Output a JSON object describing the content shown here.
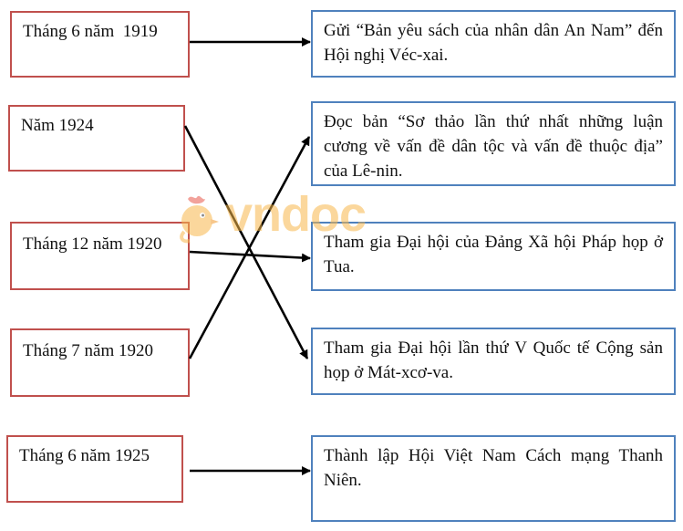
{
  "events": [
    {
      "date": "Tháng 6 năm  1919",
      "text": "Gửi “Bản yêu sách của nhân dân An Nam” đến Hội nghị Véc-xai."
    },
    {
      "date": "Năm 1924",
      "text": "Đọc bản “Sơ thảo lần thứ nhất những luận cương về vấn đề dân tộc và vấn đề thuộc địa” của Lê-nin."
    },
    {
      "date": "Tháng 12 năm 1920",
      "text": "Tham gia Đại hội của Đảng Xã hội Pháp họp ở Tua."
    },
    {
      "date": "Tháng 7 năm 1920",
      "text": "Tham gia Đại hội lần thứ V Quốc tế Cộng sản họp ở Mát-xcơ-va."
    },
    {
      "date": "Tháng 6 năm 1925",
      "text": "Thành lập Hội Việt Nam Cách mạng Thanh Niên."
    }
  ],
  "connections": [
    {
      "from": "Tháng 6 năm  1919",
      "to": "Gửi “Bản yêu sách của nhân dân An Nam” đến Hội nghị Véc-xai."
    },
    {
      "from": "Năm 1924",
      "to": "Tham gia Đại hội lần thứ V Quốc tế Cộng sản họp ở Mát-xcơ-va."
    },
    {
      "from": "Tháng 12 năm 1920",
      "to": "Tham gia Đại hội của Đảng Xã hội Pháp họp ở Tua."
    },
    {
      "from": "Tháng 7 năm 1920",
      "to": "Đọc bản “Sơ thảo lần thứ nhất những luận cương về vấn đề dân tộc và vấn đề thuộc địa” của Lê-nin."
    },
    {
      "from": "Tháng 6 năm 1925",
      "to": "Thành lập Hội Việt Nam Cách mạng Thanh Niên."
    }
  ],
  "colors": {
    "left_border": "#c0504d",
    "right_border": "#4f81bd",
    "arrow": "#000000",
    "watermark": "#f8b84c"
  },
  "watermark": {
    "text": "vndoc",
    "icon": "rooster-mascot-icon"
  }
}
